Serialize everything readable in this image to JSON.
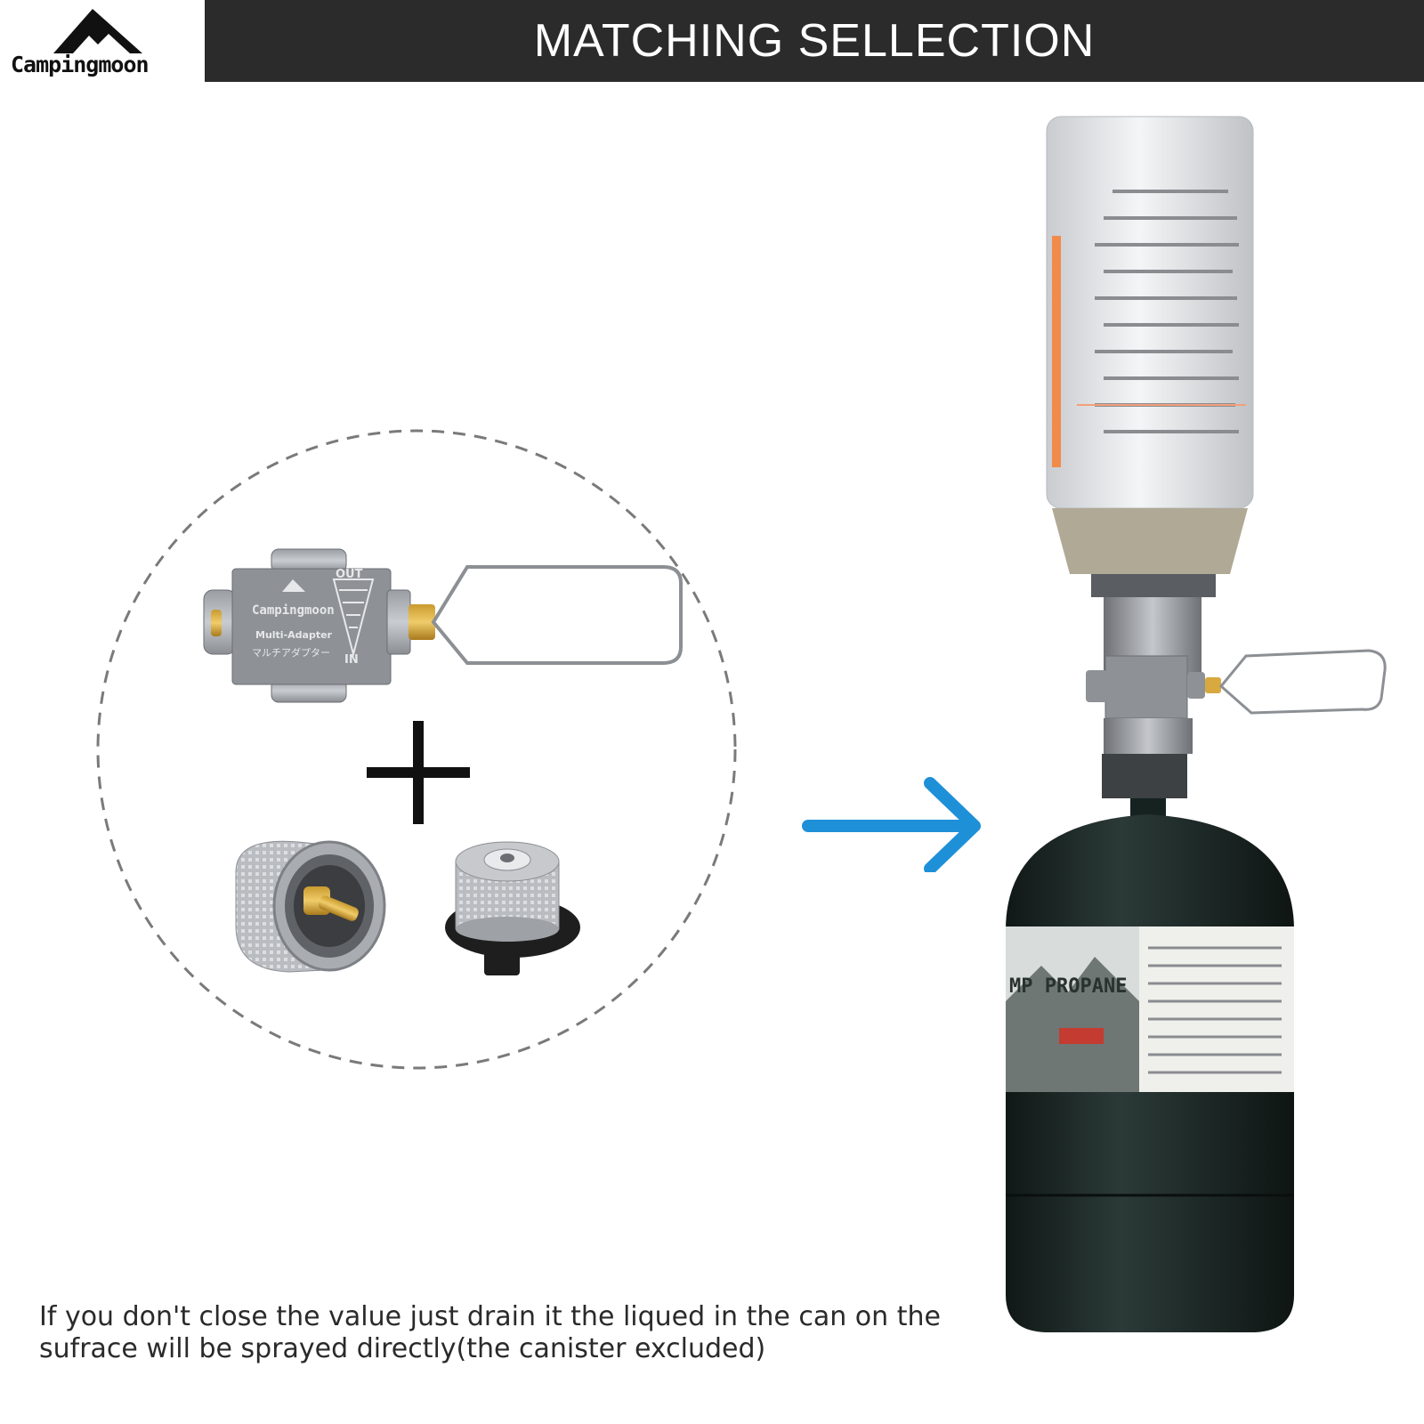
{
  "brand": {
    "name": "Campingmoon"
  },
  "header": {
    "title": "MATCHING SELLECTION"
  },
  "adapter": {
    "brand": "Campingmoon",
    "model": "Multi-Adapter",
    "japanese": "マルチアダプター",
    "out_label": "OUT",
    "in_label": "IN"
  },
  "propane_label": "MP PROPANE",
  "caption": {
    "line1": "If you don't close the value just drain it the liqued in the can on the",
    "line2": "sufrace will be sprayed directly(the canister excluded)"
  },
  "colors": {
    "header_bg": "#2b2b2b",
    "arrow": "#1e90d8",
    "tank": "#1f2c2a"
  }
}
